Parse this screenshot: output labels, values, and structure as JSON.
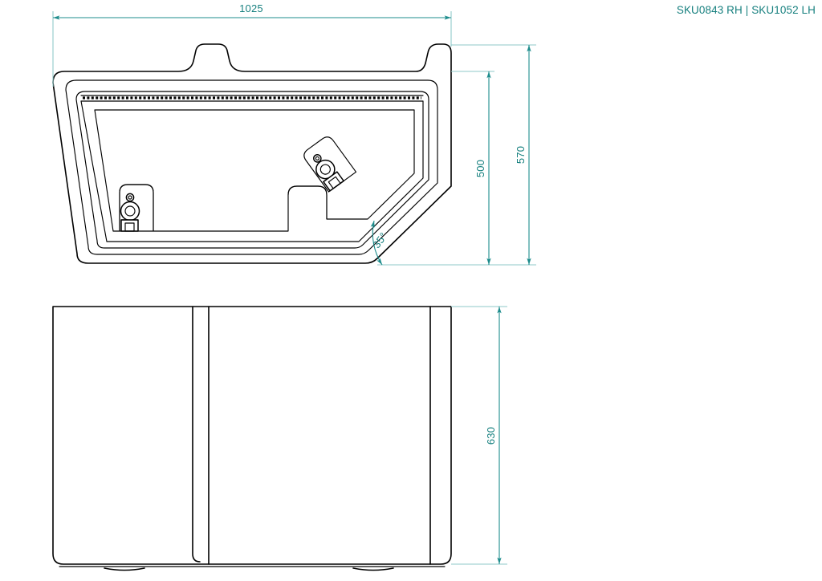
{
  "document": {
    "type": "technical-drawing",
    "background_color": "#ffffff",
    "line_color": "#000000",
    "dimension_color": "#1d8c8c",
    "extension_line_color": "#8fc9c9"
  },
  "header": {
    "sku_label": "SKU0843 RH | SKU1052 LH"
  },
  "dimensions": {
    "overall_width": "1025",
    "height_inner": "500",
    "height_outer": "570",
    "front_height": "630",
    "angle": "35°"
  },
  "views": [
    {
      "name": "top-view",
      "label": "",
      "features": [
        "outer-rounded-outline",
        "center-top-tab",
        "nested-offset-outlines",
        "gasket-seal-line",
        "angled-corner-35-degrees",
        "latch-hardware-left",
        "latch-hardware-right"
      ]
    },
    {
      "name": "front-view",
      "label": "",
      "features": [
        "rounded-bottom-corners",
        "vertical-divider-left",
        "vertical-divider-right",
        "base-foot-line"
      ]
    }
  ],
  "chart_data": {
    "type": "table",
    "title": "SKU0843 RH | SKU1052 LH",
    "categories": [
      "overall_width",
      "height_inner",
      "height_outer",
      "front_height",
      "angle"
    ],
    "values": [
      1025,
      500,
      570,
      630,
      35
    ],
    "units": [
      "mm",
      "mm",
      "mm",
      "mm",
      "deg"
    ]
  }
}
